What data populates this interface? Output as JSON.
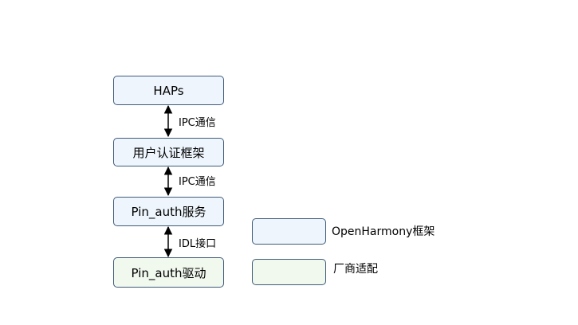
{
  "colors": {
    "box_border": "#3f5b7a",
    "framework_fill": "#eef5fd",
    "vendor_fill": "#f1f8ee",
    "arrow": "#000000"
  },
  "nodes": {
    "haps": "HAPs",
    "user_auth_framework": "用户认证框架",
    "pin_auth_service": "Pin_auth服务",
    "pin_auth_driver": "Pin_auth驱动"
  },
  "edges": {
    "haps_to_framework": "IPC通信",
    "framework_to_service": "IPC通信",
    "service_to_driver": "IDL接口"
  },
  "legend": {
    "framework_label": "OpenHarmony框架",
    "vendor_label": "厂商适配"
  }
}
